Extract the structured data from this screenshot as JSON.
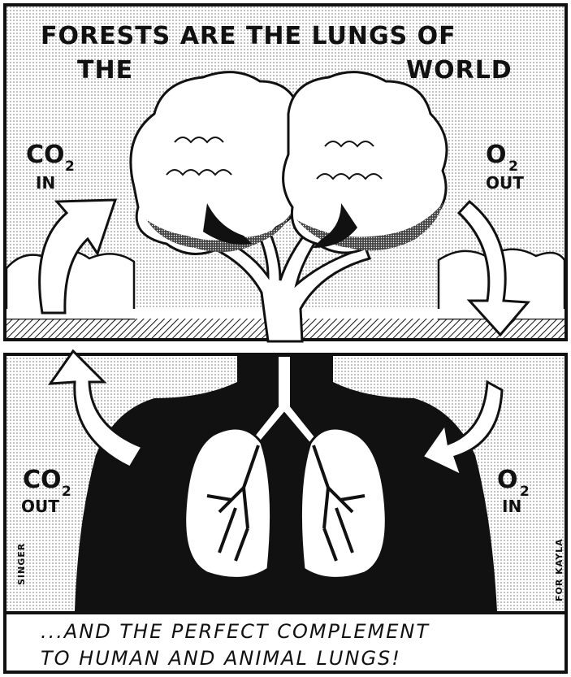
{
  "top_panel": {
    "title_line1": "FORESTS ARE THE LUNGS OF",
    "title_line2_left": "THE",
    "title_line2_right": "WORLD",
    "co2_in": {
      "formula": "CO",
      "subscript": "2",
      "direction": "IN"
    },
    "o2_out": {
      "formula": "O",
      "subscript": "2",
      "direction": "OUT"
    }
  },
  "bottom_panel": {
    "co2_out": {
      "formula": "CO",
      "subscript": "2",
      "direction": "OUT"
    },
    "o2_in": {
      "formula": "O",
      "subscript": "2",
      "direction": "IN"
    },
    "signature_left": "SINGER",
    "signature_right": "FOR KAYLA"
  },
  "caption": {
    "line1": "...AND THE PERFECT COMPLEMENT",
    "line2": "TO HUMAN AND ANIMAL LUNGS!"
  },
  "colors": {
    "ink": "#111111",
    "paper": "#ffffff",
    "stipple": "#d9d9d9"
  }
}
